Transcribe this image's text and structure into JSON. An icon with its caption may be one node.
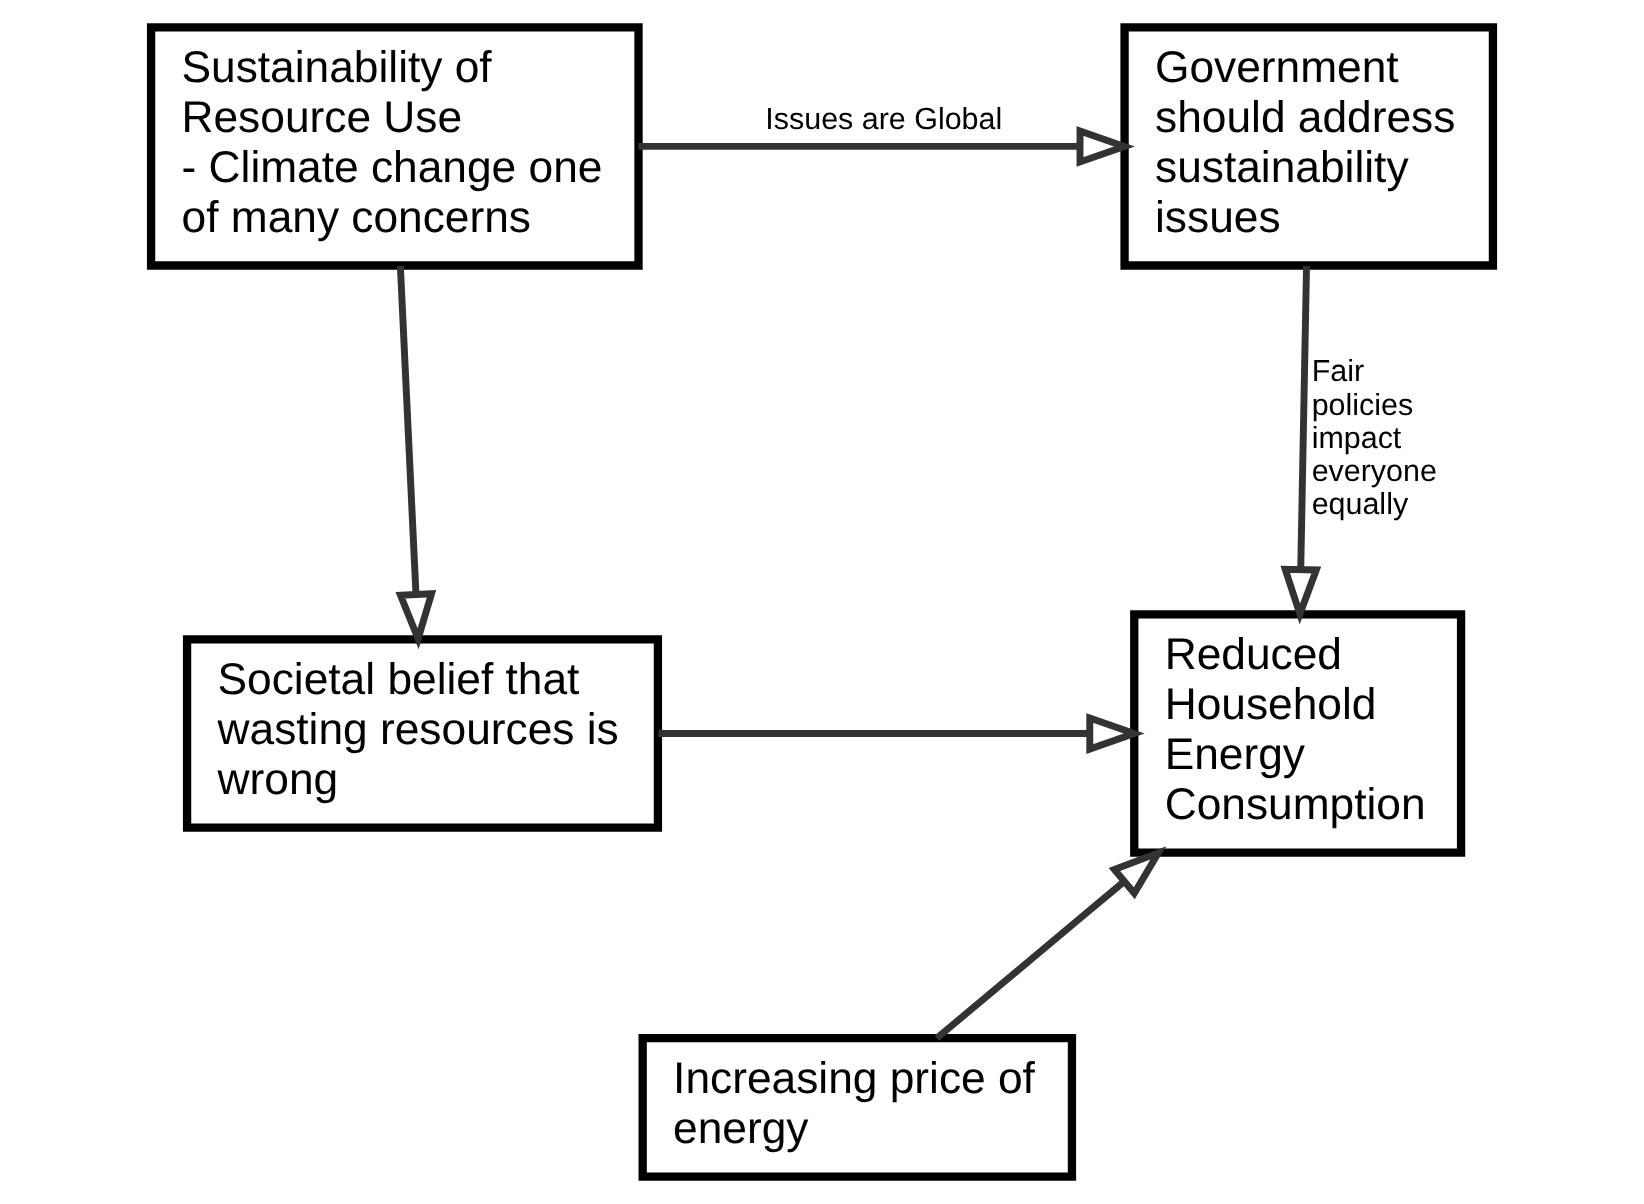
{
  "diagram": {
    "nodes": [
      {
        "text": [
          "Sustainability of Resource Use",
          "- Climate change one of many concerns"
        ]
      },
      {
        "text": [
          "Government should address sustainability issues"
        ]
      },
      {
        "text": [
          "Societal belief that wasting resources is wrong"
        ]
      },
      {
        "text": [
          "Increasing price of energy"
        ]
      },
      {
        "text": [
          "Reduced Household Energy Consumption"
        ]
      }
    ],
    "edges": [
      {
        "from": 0,
        "to": 1,
        "arrow": "to",
        "label": "Issues are Global"
      },
      {
        "from": 0,
        "to": 2,
        "arrow": "to"
      },
      {
        "from": 1,
        "to": 4,
        "arrow": "to",
        "label": "Fair policies impact everyone equally"
      },
      {
        "from": 2,
        "to": 4,
        "arrow": "to"
      },
      {
        "from": 3,
        "to": 4,
        "arrow": "to"
      }
    ]
  }
}
